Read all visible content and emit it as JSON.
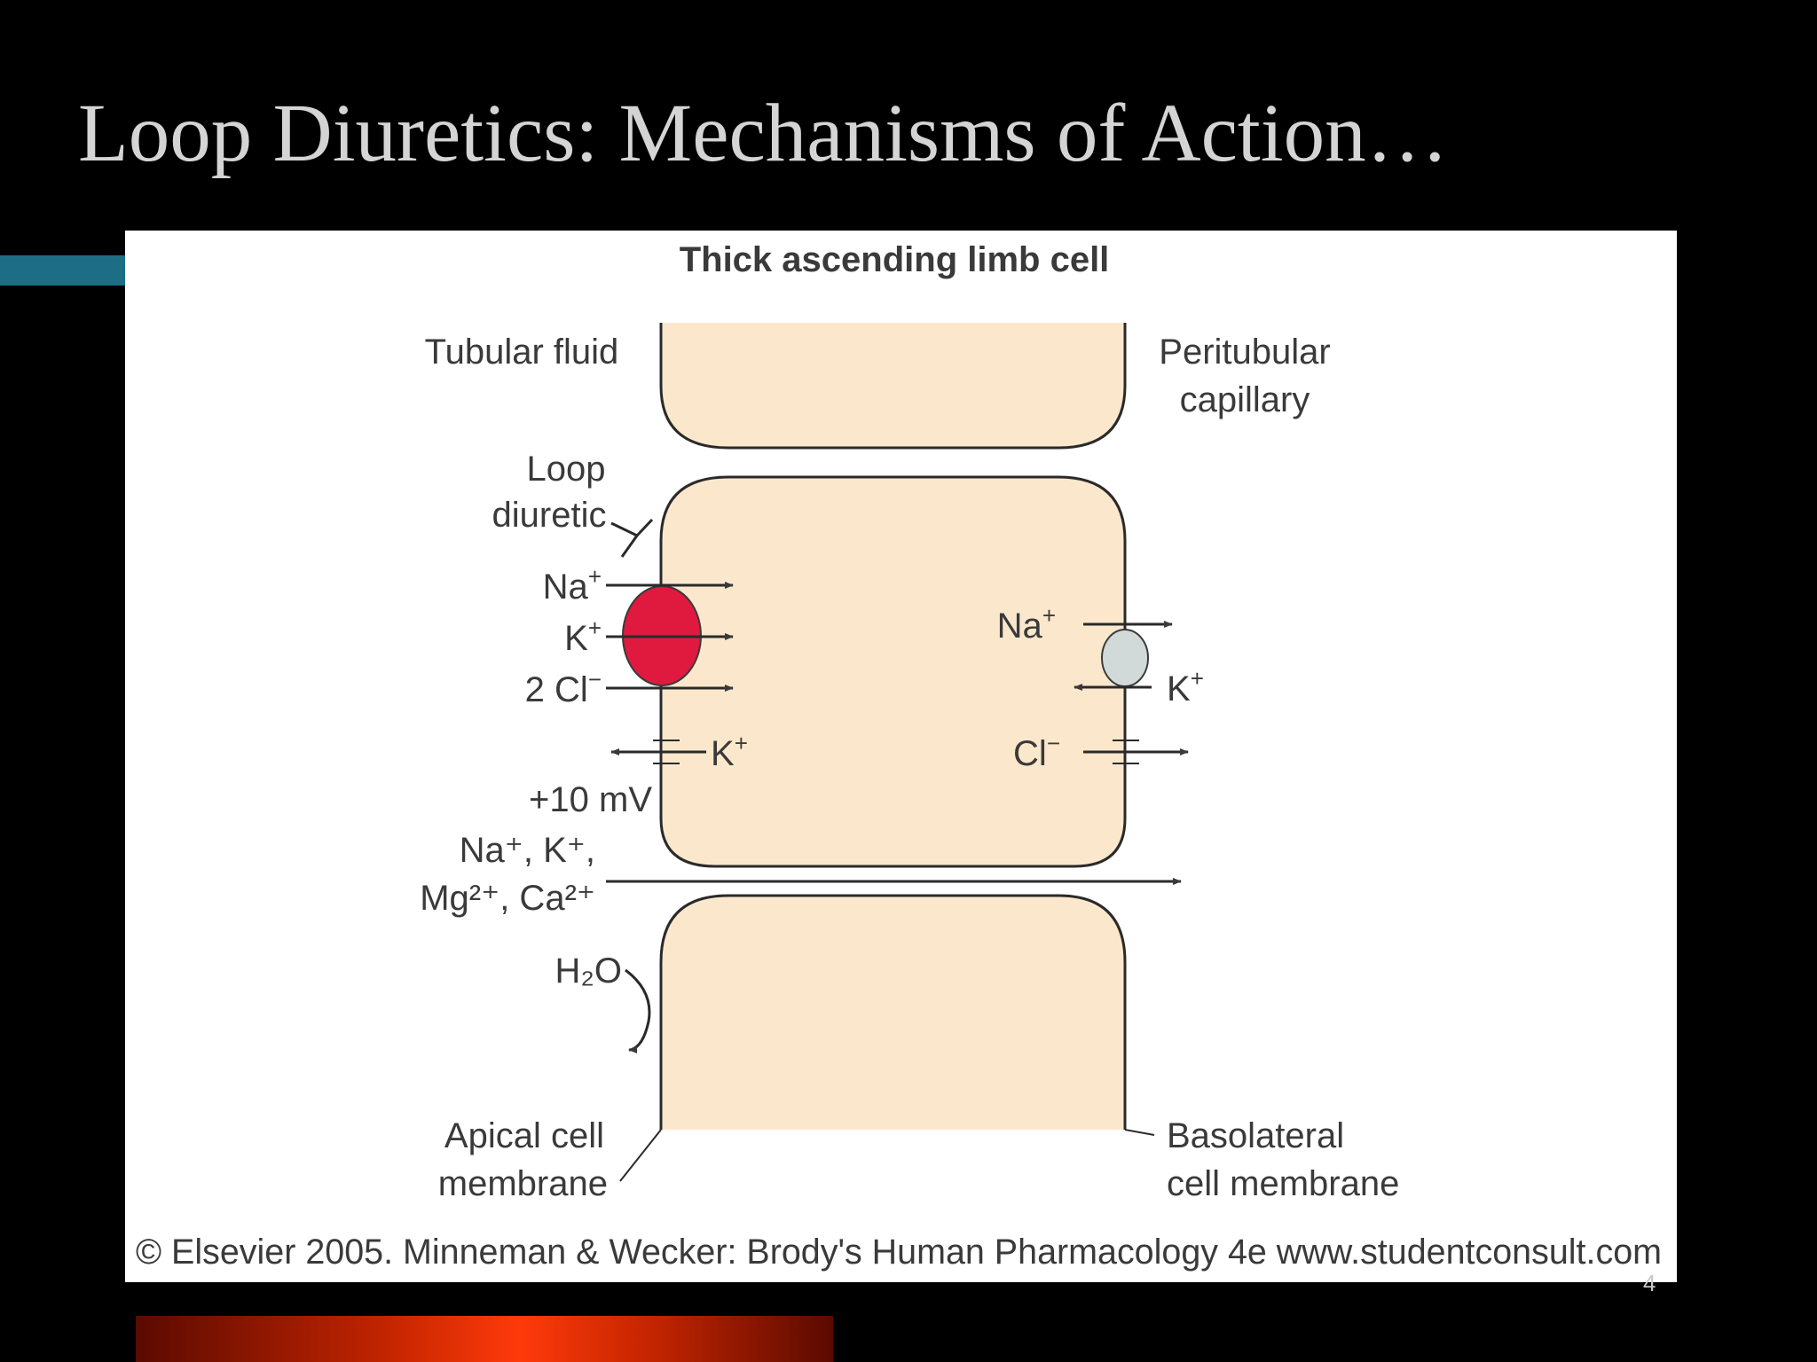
{
  "slide": {
    "title": "Loop Diuretics: Mechanisms of Action…",
    "page_number": "4",
    "colors": {
      "background": "#000000",
      "title_text": "#d4d4d4",
      "accent_bar": "#1d6e85",
      "bottom_bar": "#ff3a0a",
      "cell_fill": "#fbe8cc",
      "cotransporter": "#e0193f",
      "pump": "#d2d9d9"
    }
  },
  "figure": {
    "title": "Thick ascending limb cell",
    "tubular_fluid": "Tubular fluid",
    "peritubular_line1": "Peritubular",
    "peritubular_line2": "capillary",
    "loop_line1": "Loop",
    "loop_line2": "diuretic",
    "apical": {
      "na": "Na",
      "k": "K",
      "cl": "2 Cl",
      "k_channel": "K",
      "potential": "+10 mV"
    },
    "basolateral": {
      "na": "Na",
      "k": "K",
      "cl": "Cl"
    },
    "paracellular_line1": "Na⁺, K⁺,",
    "paracellular_line2": "Mg²⁺, Ca²⁺",
    "water": "H₂O",
    "apical_membrane_line1": "Apical cell",
    "apical_membrane_line2": "membrane",
    "basolateral_membrane_line1": "Basolateral",
    "basolateral_membrane_line2": "cell membrane",
    "copyright": "© Elsevier 2005. Minneman & Wecker: Brody's Human Pharmacology 4e www.studentconsult.com"
  }
}
